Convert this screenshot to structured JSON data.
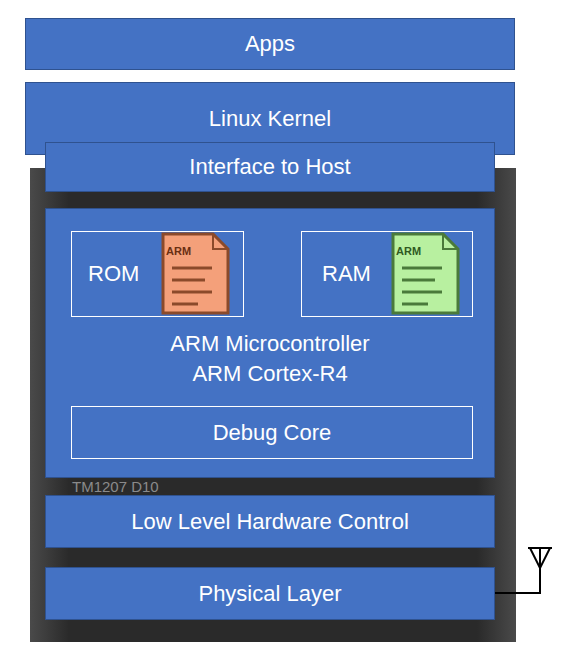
{
  "diagram": {
    "nodes": [
      {
        "text": [
          "Apps"
        ]
      },
      {
        "text": [
          "Linux Kernel"
        ]
      },
      {
        "text": [
          "Interface to Host"
        ]
      },
      {
        "text": [
          "ARM Microcontroller ARM Cortex-R4"
        ]
      },
      {
        "text": [
          "ROM"
        ],
        "in": 3
      },
      {
        "text": [
          "RAM"
        ],
        "in": 3
      },
      {
        "text": [
          "Debug Core"
        ],
        "in": 3
      },
      {
        "text": [
          "Low Level Hardware Control"
        ]
      },
      {
        "text": [
          "Physical Layer"
        ]
      }
    ],
    "labels": [
      "ARM",
      "ARM",
      "TM1207 D10"
    ]
  }
}
